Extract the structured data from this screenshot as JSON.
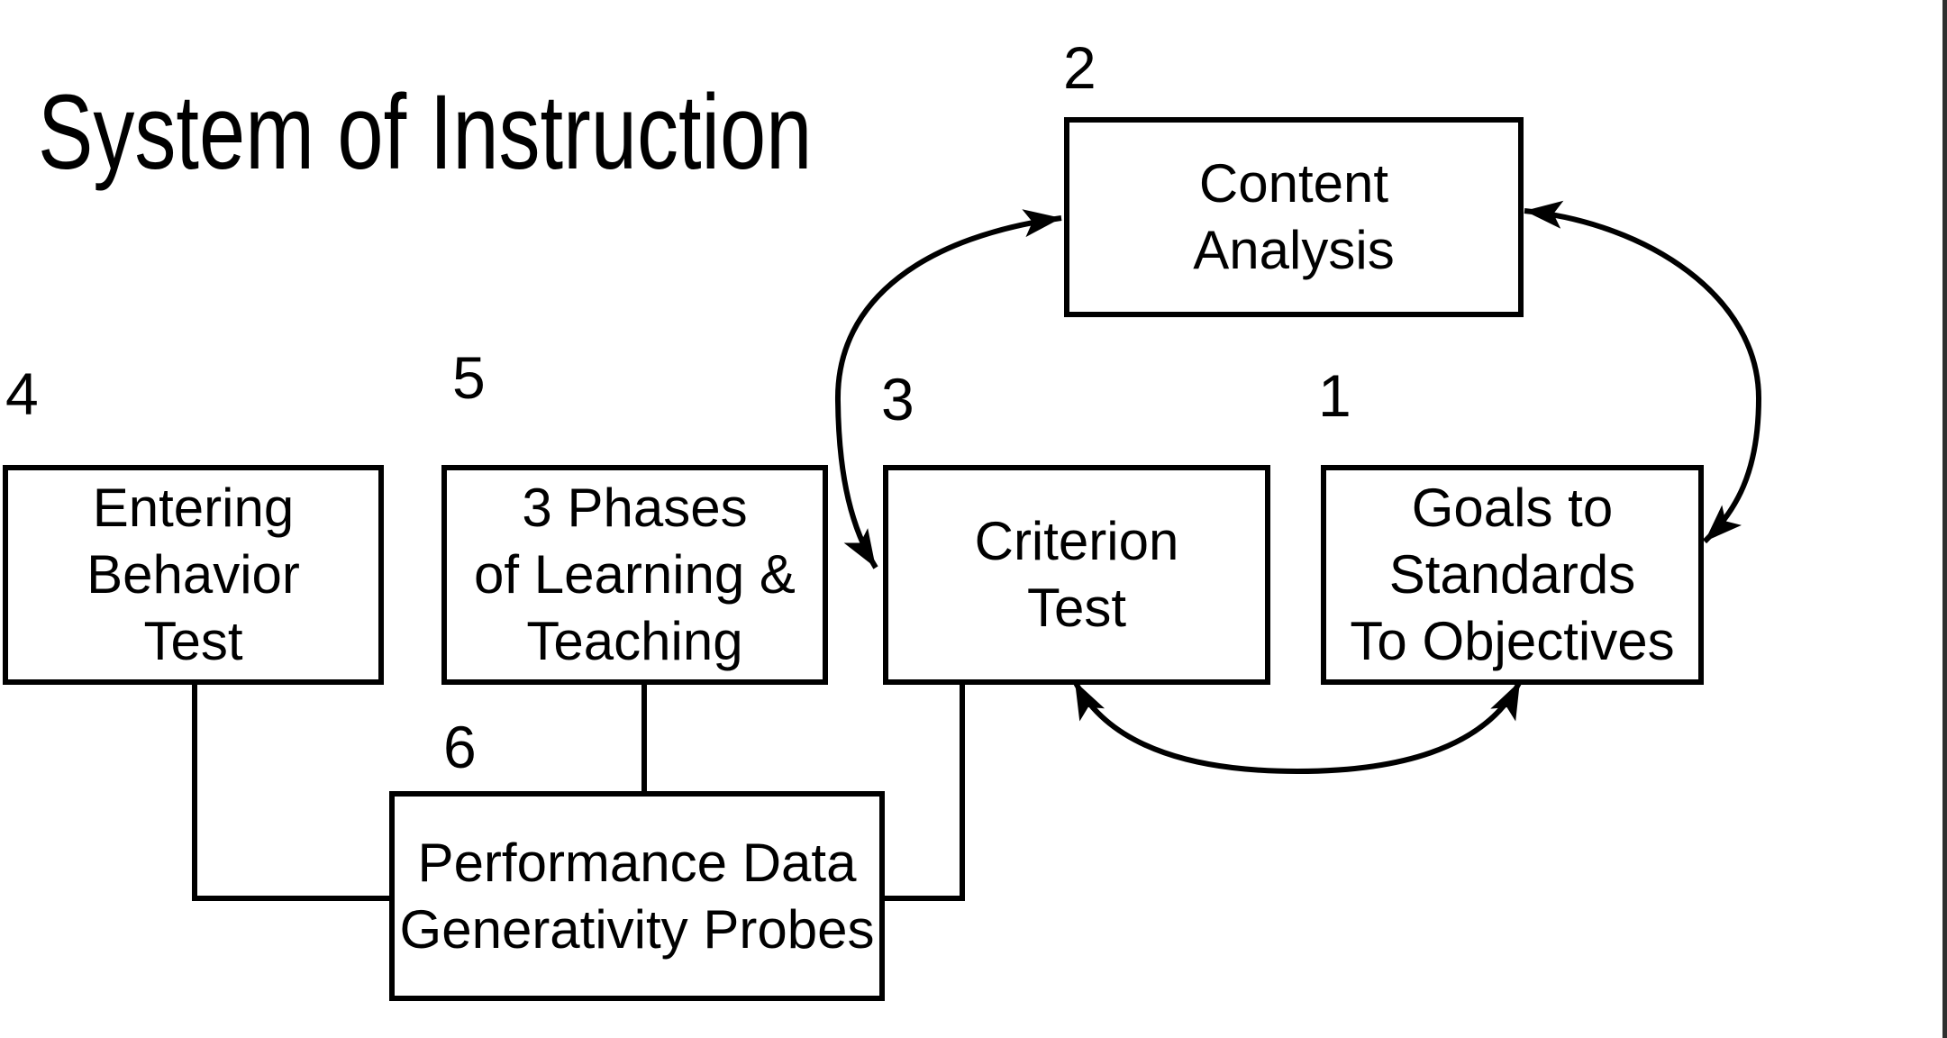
{
  "title": "System of Instruction",
  "colors": {
    "ink": "#000000",
    "background": "#ffffff",
    "edge_bar": "#2f2f2f"
  },
  "boxes": [
    {
      "number": "2",
      "name": "content-analysis",
      "lines": [
        "Content",
        "Analysis"
      ]
    },
    {
      "number": "1",
      "name": "goals-standards-objectives",
      "lines": [
        "Goals to",
        "Standards",
        "To Objectives"
      ]
    },
    {
      "number": "3",
      "name": "criterion-test",
      "lines": [
        "Criterion",
        "Test"
      ]
    },
    {
      "number": "4",
      "name": "entering-behavior-test",
      "lines": [
        "Entering",
        "Behavior",
        "Test"
      ]
    },
    {
      "number": "5",
      "name": "three-phases",
      "lines": [
        "3 Phases",
        "of Learning &",
        "Teaching"
      ]
    },
    {
      "number": "6",
      "name": "performance-data",
      "lines": [
        "Performance Data",
        "Generativity Probes"
      ]
    }
  ]
}
